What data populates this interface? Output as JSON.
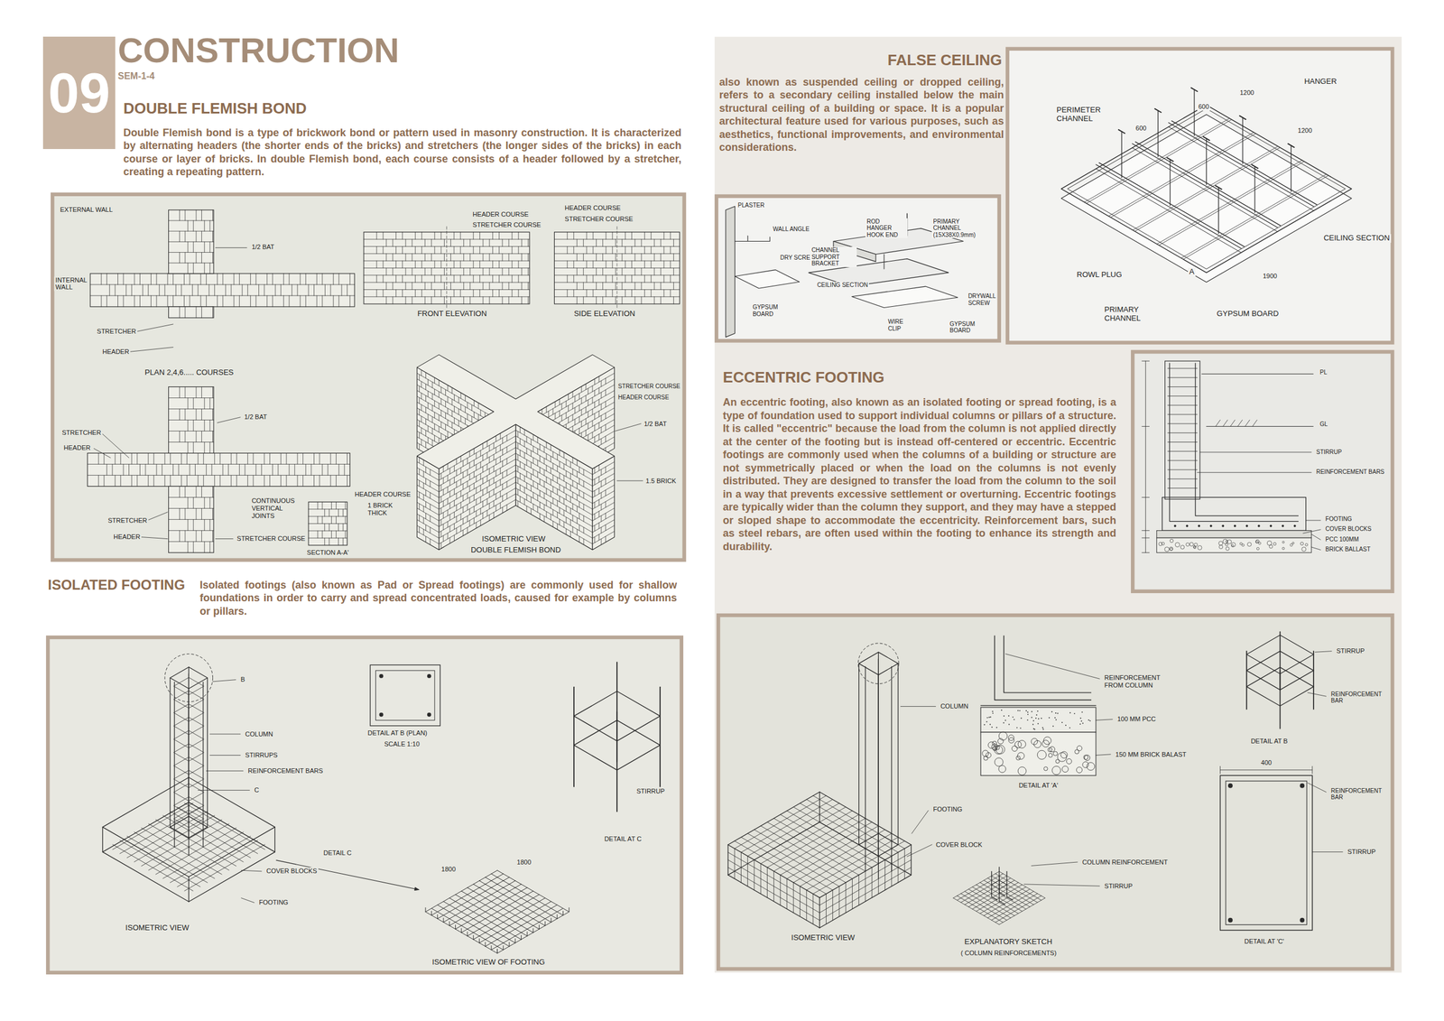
{
  "diagram": {
    "title": "CONSTRUCTION",
    "nodes": [
      {
        "text": [
          "09"
        ]
      }
    ],
    "labels": [
      "SEM-1-4",
      "DOUBLE FLEMISH BOND",
      "Double Flemish bond is a type of brickwork bond or pattern used in masonry construction. It is characterized by alternating headers (the shorter ends of the bricks) and stretchers (the longer sides of the bricks) in each course or layer of bricks. In double Flemish bond, each course consists of a header followed by a stretcher, creating a repeating pattern.",
      "EXTERNAL WALL",
      "INTERNAL WALL",
      "1/2 BAT",
      "STRETCHER",
      "HEADER",
      "PLAN 2,4,6..... COURSES",
      "HEADER COURSE",
      "STRETCHER COURSE",
      "FRONT ELEVATION",
      "HEADER COURSE",
      "STRETCHER COURSE",
      "SIDE ELEVATION",
      "1/2 BAT",
      "STRETCHER",
      "HEADER",
      "CONTINUOUS VERTICAL JOINTS",
      "HEADER COURSE",
      "1 BRICK THICK",
      "STRETCHER",
      "HEADER",
      "STRETCHER COURSE",
      "SECTION A-A'",
      "ISOMETRIC VIEW",
      "DOUBLE FLEMISH BOND",
      "STRETCHER COURSE",
      "HEADER COURSE",
      "1/2 BAT",
      "1.5 BRICK",
      "ISOLATED FOOTING",
      "Isolated footings (also known as Pad or Spread footings) are commonly used for shallow foundations in order to carry and spread concentrated loads, caused for example by columns or pillars.",
      "B",
      "COLUMN",
      "STIRRUPS",
      "REINFORCEMENT BARS",
      "C",
      "COVER BLOCKS",
      "FOOTING",
      "ISOMETRIC VIEW",
      "DETAIL AT B (PLAN)",
      "SCALE 1:10",
      "DETAIL C",
      "1800",
      "1800",
      "ISOMETRIC VIEW OF FOOTING",
      "STIRRUP",
      "DETAIL AT C",
      "FALSE CEILING",
      "also known as suspended ceiling or dropped ceiling, refers to a secondary ceiling installed below the main structural ceiling of a building or space. It is a popular architectural feature used for various purposes, such as aesthetics, functional improvements, and environmental considerations.",
      "PLASTER",
      "WALL ANGLE",
      "DRY SCREW",
      "GYPSUM BOARD",
      "ROD HANGER HOOK END",
      "PRIMARY CHANNEL (15X38X0.9mm)",
      "CHANNEL SUPPORT BRACKET",
      "CEILING SECTION",
      "DRYWALL SCREW",
      "WIRE CLIP",
      "GYPSUM BOARD",
      "HANGER",
      "PERIMETER CHANNEL",
      "1200",
      "600",
      "1200",
      "600",
      "CEILING SECTION",
      "ROWL PLUG",
      "A",
      "PRIMARY CHANNEL",
      "GYPSUM BOARD",
      "1900",
      "ECCENTRIC FOOTING",
      "An eccentric footing, also known as an isolated footing or spread footing, is a type of foundation used to support individual columns or pillars of a structure. It is called \"eccentric\" because the load from the column is not applied directly at the center of the footing but is instead off-centered or eccentric. Eccentric footings are commonly used when the columns of a building or structure are not symmetrically placed or when the load on the columns is not evenly distributed. They are designed to transfer the load from the column to the soil in a way that prevents excessive settlement or overturning. Eccentric footings are typically wider than the column they support, and they may have a stepped or sloped shape to accommodate the eccentricity. Reinforcement bars, such as steel rebars, are often used within the footing to enhance its strength and durability.",
      "PL",
      "GL",
      "STIRRUP",
      "REINFORCEMENT BARS",
      "FOOTING",
      "COVER BLOCKS",
      "PCC 100MM",
      "BRICK BALLAST",
      "COLUMN",
      "FOOTING",
      "COVER BLOCK",
      "ISOMETRIC VIEW",
      "REINFORCEMENT FROM COLUMN",
      "100 MM PCC",
      "150 MM BRICK BALAST",
      "DETAIL AT 'A'",
      "COLUMN REINFORCEMENT",
      "STIRRUP",
      "EXPLANATORY SKETCH",
      "( COLUMN REINFORCEMENTS)",
      "STIRRUP",
      "REINFORCEMENT BAR",
      "DETAIL AT B",
      "400",
      "REINFORCEMENT BAR",
      "STIRRUP",
      "DETAIL AT 'C'"
    ]
  }
}
